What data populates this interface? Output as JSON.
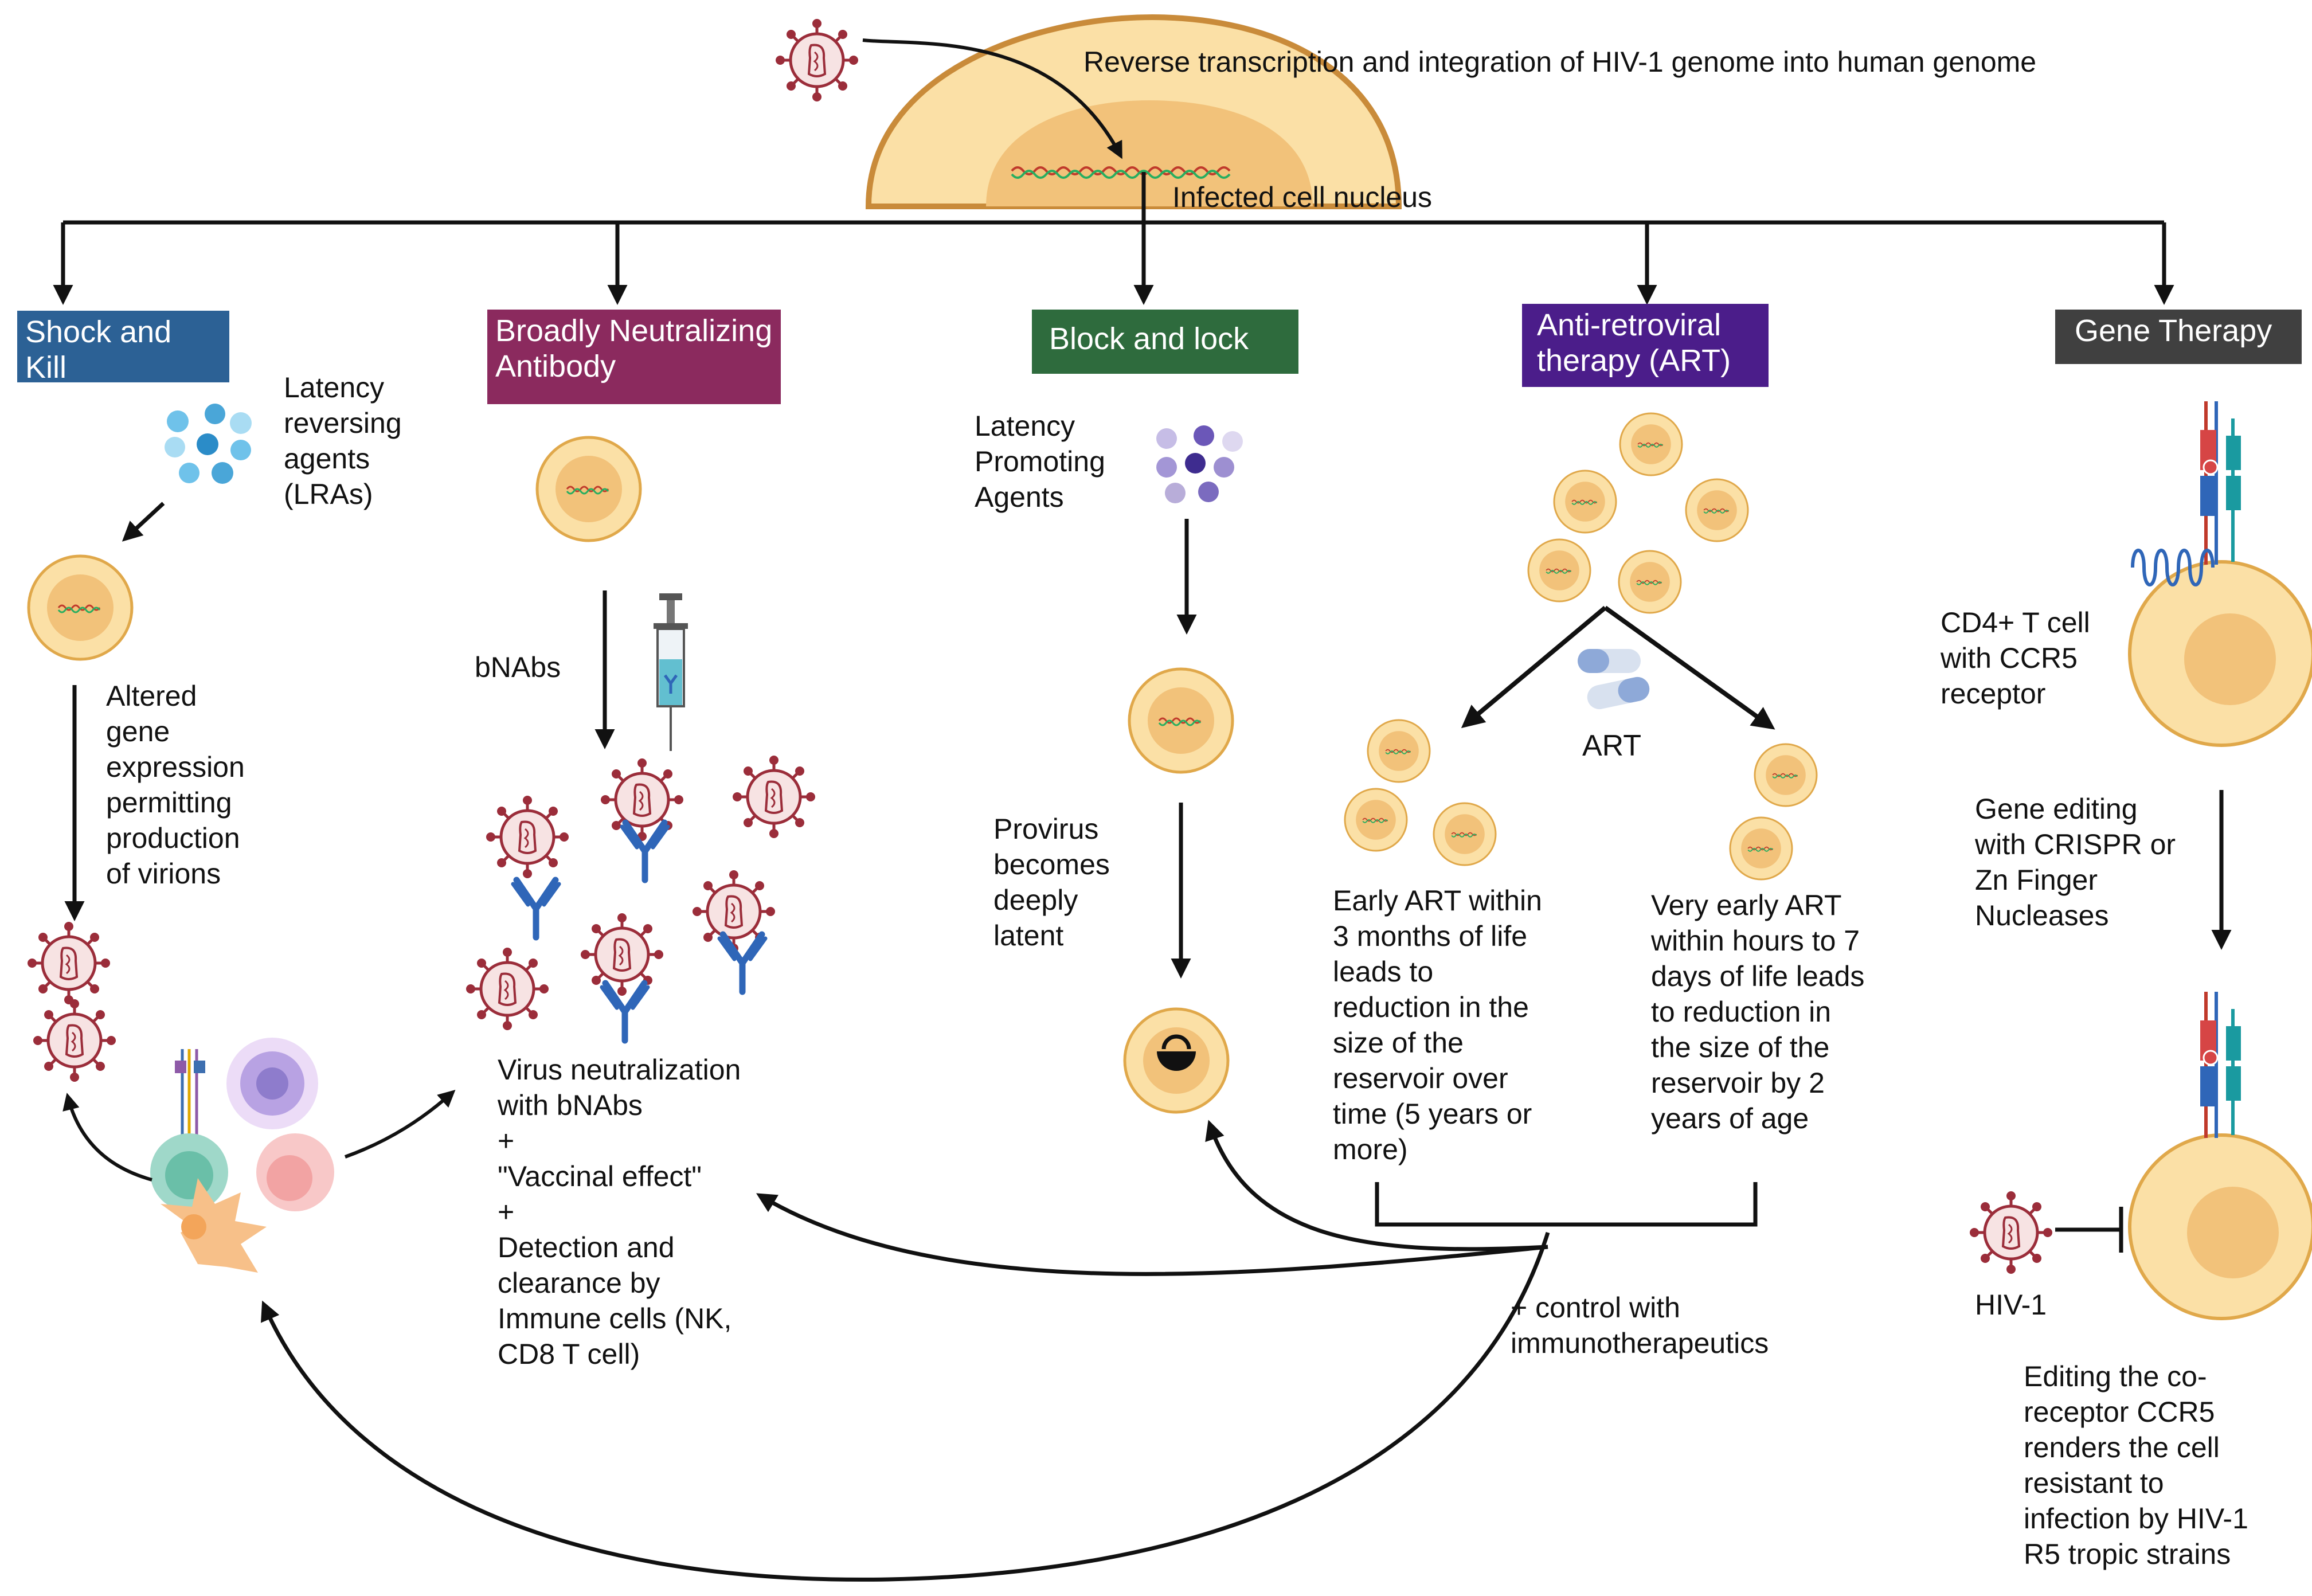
{
  "top": {
    "title": "Reverse transcription and integration of HIV-1 genome into human genome",
    "nucleus_label": "Infected cell nucleus"
  },
  "colors": {
    "shock": "#2c6195",
    "bnab": "#8b2a5e",
    "block": "#2e6b3d",
    "art": "#4b1d8a",
    "gene": "#404040",
    "cell_fill": "#fbe0a6",
    "cell_border": "#e0a84a",
    "nucleus_fill": "#f2c27a",
    "virus": "#9b2d3a",
    "antibody": "#2f66b8"
  },
  "headers": {
    "shock": "Shock and Kill",
    "bnab": "Broadly Neutralizing\nAntibody",
    "block": "Block and lock",
    "art": "Anti-retroviral\ntherapy (ART)",
    "gene": "Gene Therapy"
  },
  "shock": {
    "lra": "Latency\nreversing\nagents\n(LRAs)",
    "altered": "Altered\ngene\nexpression\npermitting\nproduction\nof virions"
  },
  "bnab": {
    "label": "bNAbs",
    "outcome": "Virus neutralization\nwith bNAbs\n+\n\"Vaccinal effect\"\n+\nDetection and clearance by\nImmune cells (NK, CD8 T cell)"
  },
  "block": {
    "lpa": "Latency\nPromoting\nAgents",
    "provirus": "Provirus\nbecomes\ndeeply\nlatent"
  },
  "art": {
    "pill_label": "ART",
    "early": "Early ART within\n3 months of life\nleads to\nreduction in the\nsize of the\nreservoir over\ntime (5 years or\nmore)",
    "very_early": "Very early ART\nwithin hours to 7\ndays of life leads\nto reduction in\nthe size of the\nreservoir by 2\nyears of age",
    "control": "+ control with\nimmunotherapeutics"
  },
  "gene": {
    "cd4": "CD4+ T cell\nwith CCR5\nreceptor",
    "editing": "Gene editing\nwith CRISPR or\nZn Finger\nNucleases",
    "hiv": "HIV-1",
    "result": "Editing the co-\nreceptor CCR5\nrenders the cell\nresistant to\ninfection by HIV-1\nR5 tropic strains"
  }
}
